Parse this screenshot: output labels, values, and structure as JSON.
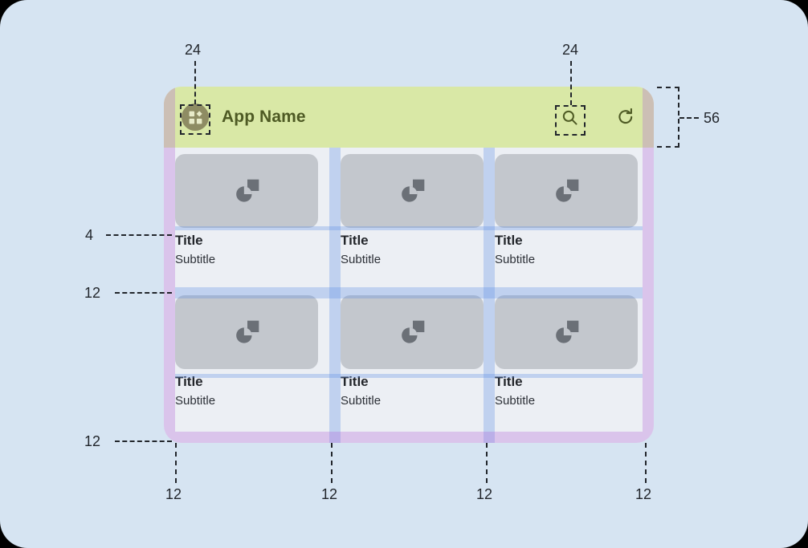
{
  "canvas": {
    "background": "#d6e4f2"
  },
  "device": {
    "surface_color": "#eceff4",
    "appbar": {
      "background": "#d9e8a6",
      "title": "App Name",
      "logo_icon": "dashboard-icon",
      "actions": [
        {
          "name": "search-icon",
          "label": "Search"
        },
        {
          "name": "refresh-icon",
          "label": "Refresh"
        }
      ]
    },
    "cards": [
      {
        "title": "Title",
        "subtitle": "Subtitle",
        "media_icon": "image-placeholder-icon"
      },
      {
        "title": "Title",
        "subtitle": "Subtitle",
        "media_icon": "image-placeholder-icon"
      },
      {
        "title": "Title",
        "subtitle": "Subtitle",
        "media_icon": "image-placeholder-icon"
      },
      {
        "title": "Title",
        "subtitle": "Subtitle",
        "media_icon": "image-placeholder-icon"
      },
      {
        "title": "Title",
        "subtitle": "Subtitle",
        "media_icon": "image-placeholder-icon"
      },
      {
        "title": "Title",
        "subtitle": "Subtitle",
        "media_icon": "image-placeholder-icon"
      }
    ]
  },
  "overlays": {
    "margin_color": "#b060d6",
    "gutter_color": "#5a8ce6"
  },
  "annotations": {
    "logo_touch_target": "24",
    "search_touch_target": "24",
    "appbar_height": "56",
    "media_text_gap": "4",
    "row_gap": "12",
    "bottom_margin": "12",
    "columns": [
      "12",
      "12",
      "12",
      "12"
    ]
  }
}
